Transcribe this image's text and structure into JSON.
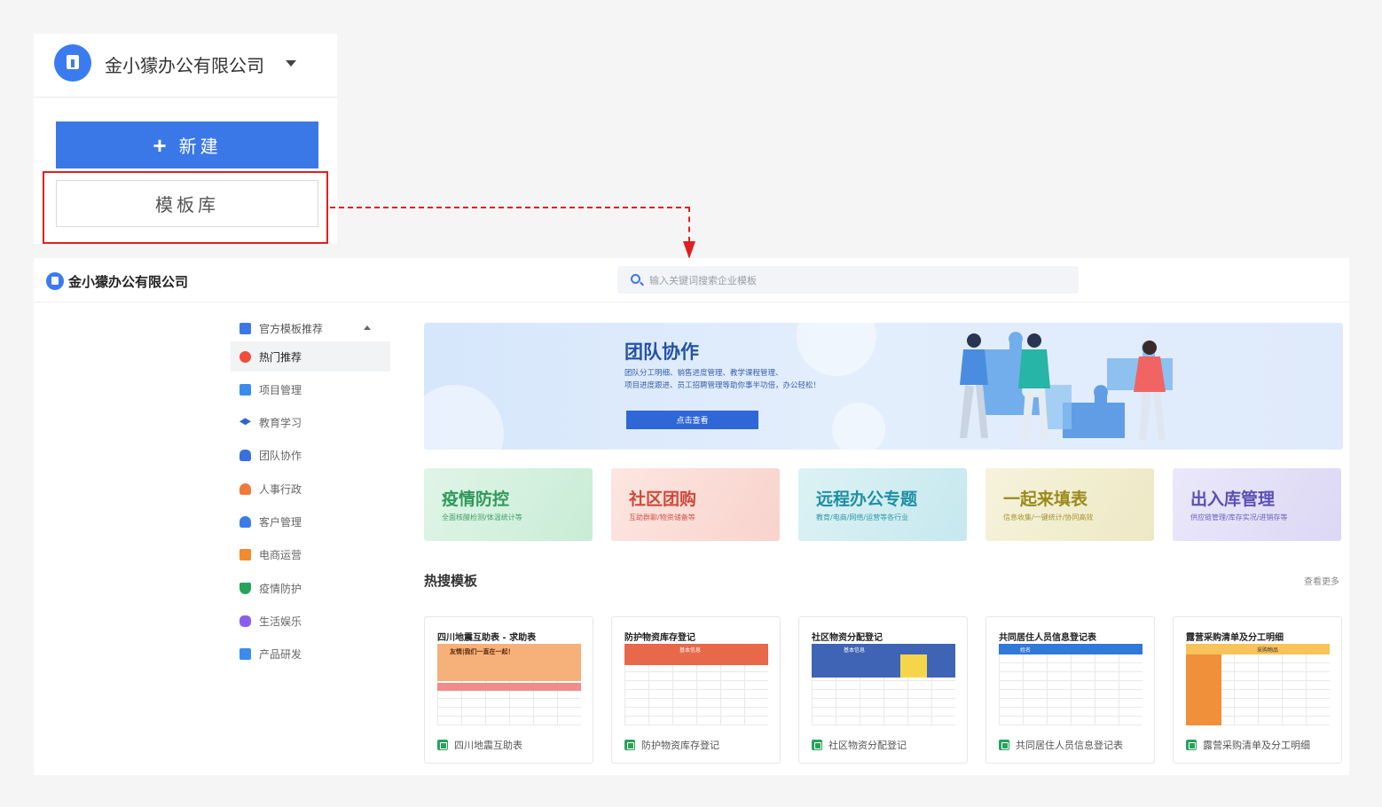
{
  "colors": {
    "primary": "#3b78e7",
    "highlight": "#e02020",
    "sheet_icon": "#27a35b"
  },
  "callout": {
    "company_name": "金小獴办公有限公司",
    "new_button_label": "新建",
    "template_button_label": "模板库"
  },
  "app": {
    "company_name": "金小獴办公有限公司",
    "search_placeholder": "输入关键词搜索企业模板",
    "sidebar": {
      "group_label": "官方模板推荐",
      "items": [
        {
          "label": "热门推荐",
          "icon": "fire-icon",
          "active": true
        },
        {
          "label": "项目管理",
          "icon": "folder-icon",
          "active": false
        },
        {
          "label": "教育学习",
          "icon": "graduation-cap-icon",
          "active": false
        },
        {
          "label": "团队协作",
          "icon": "team-icon",
          "active": false
        },
        {
          "label": "人事行政",
          "icon": "person-icon",
          "active": false
        },
        {
          "label": "客户管理",
          "icon": "customer-icon",
          "active": false
        },
        {
          "label": "电商运营",
          "icon": "shop-bag-icon",
          "active": false
        },
        {
          "label": "疫情防护",
          "icon": "shield-icon",
          "active": false
        },
        {
          "label": "生活娱乐",
          "icon": "gamepad-icon",
          "active": false
        },
        {
          "label": "产品研发",
          "icon": "monitor-icon",
          "active": false
        }
      ]
    },
    "banner": {
      "title": "团队协作",
      "desc_line1": "团队分工明细、销售进度管理、教学课程管理、",
      "desc_line2": "项目进度跟进、员工招聘管理等助你事半功倍，办公轻松！",
      "button_label": "点击查看"
    },
    "categories": [
      {
        "title": "疫情防控",
        "subtitle": "全面核酸检测/体温统计等",
        "bg": "#d8f2e2",
        "fg": "#2e9a5a"
      },
      {
        "title": "社区团购",
        "subtitle": "互助群聊/物资储备等",
        "bg": "#fbe1dc",
        "fg": "#d0483a"
      },
      {
        "title": "远程办公专题",
        "subtitle": "教育/电商/网络/运营等各行业",
        "bg": "#d6eff3",
        "fg": "#1f8fa3"
      },
      {
        "title": "一起来填表",
        "subtitle": "信息收集/一键统计/协同高效",
        "bg": "#f4f1d8",
        "fg": "#9a8a1c"
      },
      {
        "title": "出入库管理",
        "subtitle": "供应链管理/库存实况/进销存等",
        "bg": "#e7e4f8",
        "fg": "#5b4fb5"
      }
    ],
    "hot": {
      "title": "热搜模板",
      "see_more": "查看更多",
      "templates": [
        {
          "heading": "四川地震互助表 - 求助表",
          "name": "四川地震互助表",
          "header_color": "#f39a57",
          "preview_line": "友情|我们一直在一起！"
        },
        {
          "heading": "防护物资库存登记",
          "name": "防护物资库存登记",
          "header_color": "#e8684a",
          "preview_line": "基本信息"
        },
        {
          "heading": "社区物资分配登记",
          "name": "社区物资分配登记",
          "header_color": "#3f63b5",
          "preview_line": "基本信息"
        },
        {
          "heading": "共同居住人员信息登记表",
          "name": "共同居住人员信息登记表",
          "header_color": "#2f79d8",
          "preview_line": "姓名"
        },
        {
          "heading": "露营采购清单及分工明细",
          "name": "露营采购清单及分工明细",
          "header_color": "#f7c35a",
          "preview_line": "采购物品"
        }
      ]
    }
  }
}
